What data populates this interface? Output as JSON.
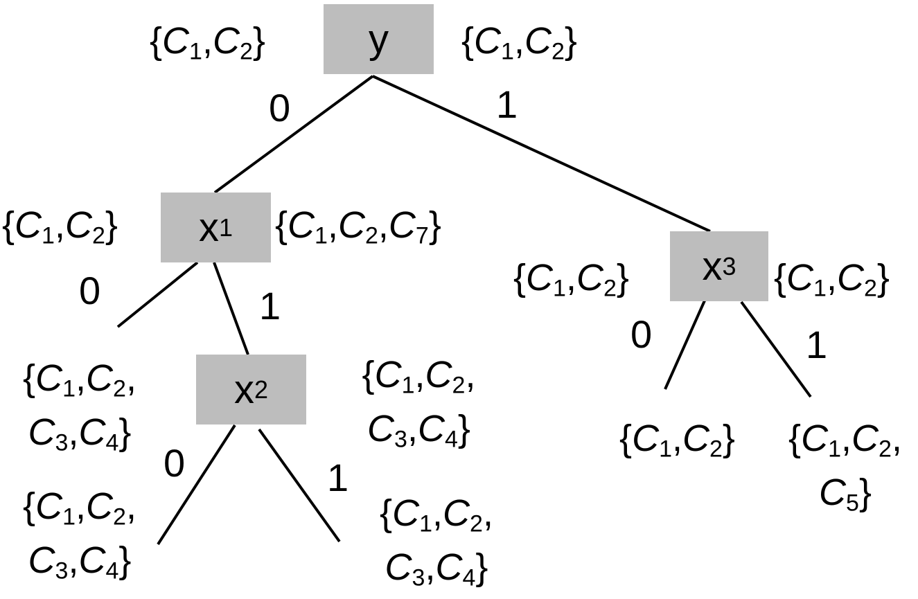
{
  "nodes": {
    "y": {
      "var": "y",
      "sub": ""
    },
    "x1": {
      "var": "x",
      "sub": "1"
    },
    "x2": {
      "var": "x",
      "sub": "2"
    },
    "x3": {
      "var": "x",
      "sub": "3"
    }
  },
  "edge_labels": {
    "y_0": "0",
    "y_1": "1",
    "x1_0": "0",
    "x1_1": "1",
    "x2_0": "0",
    "x2_1": "1",
    "x3_0": "0",
    "x3_1": "1"
  },
  "sets": {
    "y_left": [
      [
        "1",
        "2"
      ]
    ],
    "y_right": [
      [
        "1",
        "2"
      ]
    ],
    "x1_left": [
      [
        "1",
        "2"
      ]
    ],
    "x1_right": [
      [
        "1",
        "2",
        "7"
      ]
    ],
    "x3_left": [
      [
        "1",
        "2"
      ]
    ],
    "x3_right": [
      [
        "1",
        "2"
      ]
    ],
    "x1_0_leaf": [
      [
        "1",
        "2"
      ],
      [
        "3",
        "4"
      ]
    ],
    "x2_right": [
      [
        "1",
        "2"
      ],
      [
        "3",
        "4"
      ]
    ],
    "x2_0_leaf": [
      [
        "1",
        "2"
      ],
      [
        "3",
        "4"
      ]
    ],
    "x2_1_leaf": [
      [
        "1",
        "2"
      ],
      [
        "3",
        "4"
      ]
    ],
    "x3_0_leaf": [
      [
        "1",
        "2"
      ]
    ],
    "x3_1_leaf": [
      [
        "1",
        "2"
      ],
      [
        "5"
      ]
    ]
  }
}
